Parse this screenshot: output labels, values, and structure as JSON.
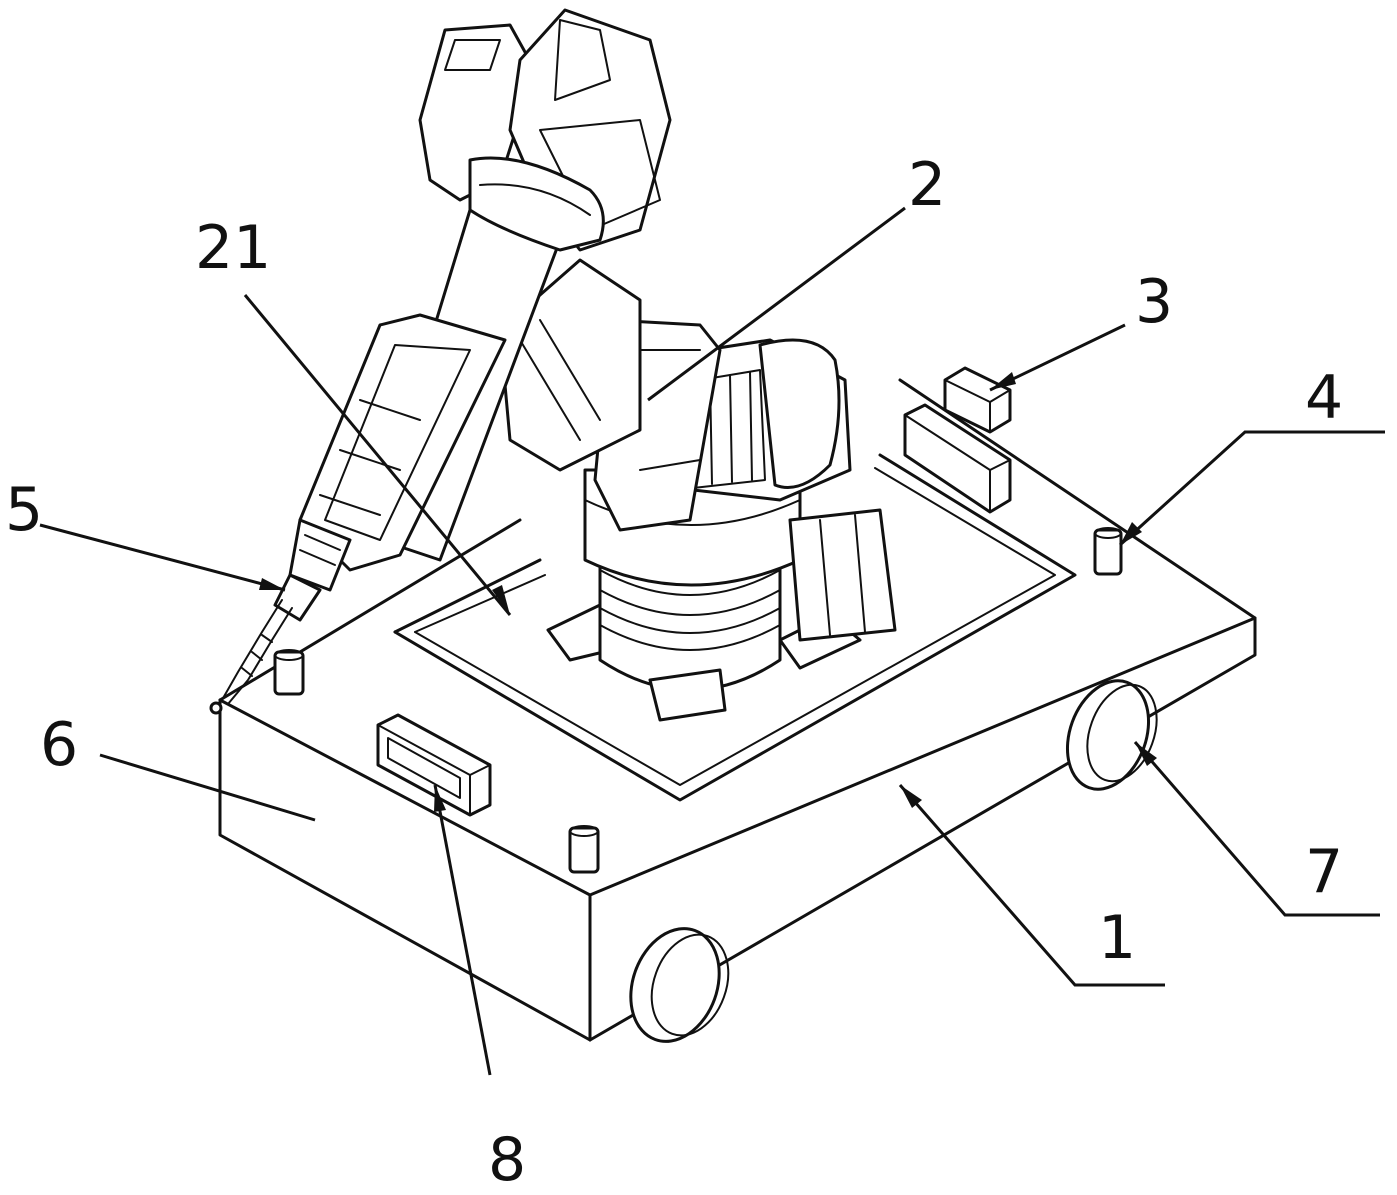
{
  "labels": {
    "robot_arm": "2",
    "torch_unit": "21",
    "sensor": "3",
    "locator_pin": "4",
    "welding_torch": "5",
    "housing_side": "6",
    "wheel": "7",
    "control_panel": "8",
    "cart_body": "1"
  },
  "colors": {
    "line": "#111111",
    "background": "#ffffff"
  }
}
